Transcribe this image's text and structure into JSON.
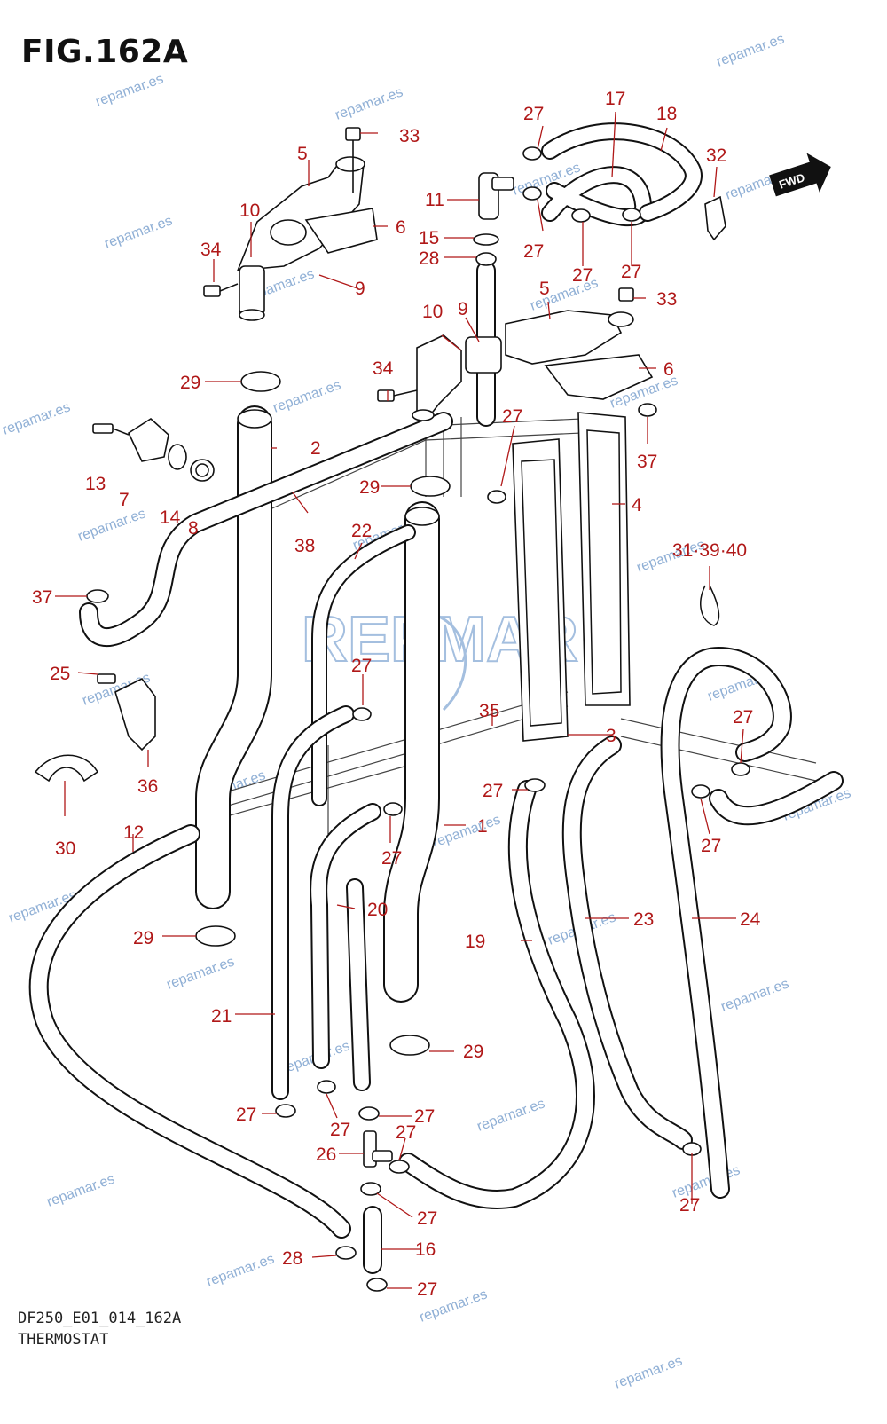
{
  "figure": {
    "title": "FIG.162A",
    "code": "DF250_E01_014_162A",
    "name": "THERMOSTAT",
    "fwd_label": "FWD"
  },
  "watermark": {
    "text": "repamar.es",
    "logo_text": "REPMAR"
  },
  "callouts": {
    "c1": "1",
    "c2": "2",
    "c3": "3",
    "c4": "4",
    "c5a": "5",
    "c5b": "5",
    "c6a": "6",
    "c6b": "6",
    "c7": "7",
    "c8": "8",
    "c9a": "9",
    "c9b": "9",
    "c10a": "10",
    "c10b": "10",
    "c11": "11",
    "c12": "12",
    "c13": "13",
    "c14": "14",
    "c15": "15",
    "c16": "16",
    "c17": "17",
    "c18": "18",
    "c19": "19",
    "c20": "20",
    "c21": "21",
    "c22": "22",
    "c23": "23",
    "c24": "24",
    "c25": "25",
    "c26": "26",
    "c27a": "27",
    "c27b": "27",
    "c27c": "27",
    "c27d": "27",
    "c27e": "27",
    "c27f": "27",
    "c27g": "27",
    "c27h": "27",
    "c27i": "27",
    "c27j": "27",
    "c27k": "27",
    "c27l": "27",
    "c27m": "27",
    "c27n": "27",
    "c27o": "27",
    "c27p": "27",
    "c27q": "27",
    "c28a": "28",
    "c28b": "28",
    "c29a": "29",
    "c29b": "29",
    "c29c": "29",
    "c29d": "29",
    "c30": "30",
    "c31": "31·39·40",
    "c32": "32",
    "c33a": "33",
    "c33b": "33",
    "c34a": "34",
    "c34b": "34",
    "c35": "35",
    "c36": "36",
    "c37a": "37",
    "c37b": "37",
    "c38": "38"
  },
  "colors": {
    "callout": "#b01818",
    "watermark": "#6a95c8",
    "line": "#111111"
  }
}
